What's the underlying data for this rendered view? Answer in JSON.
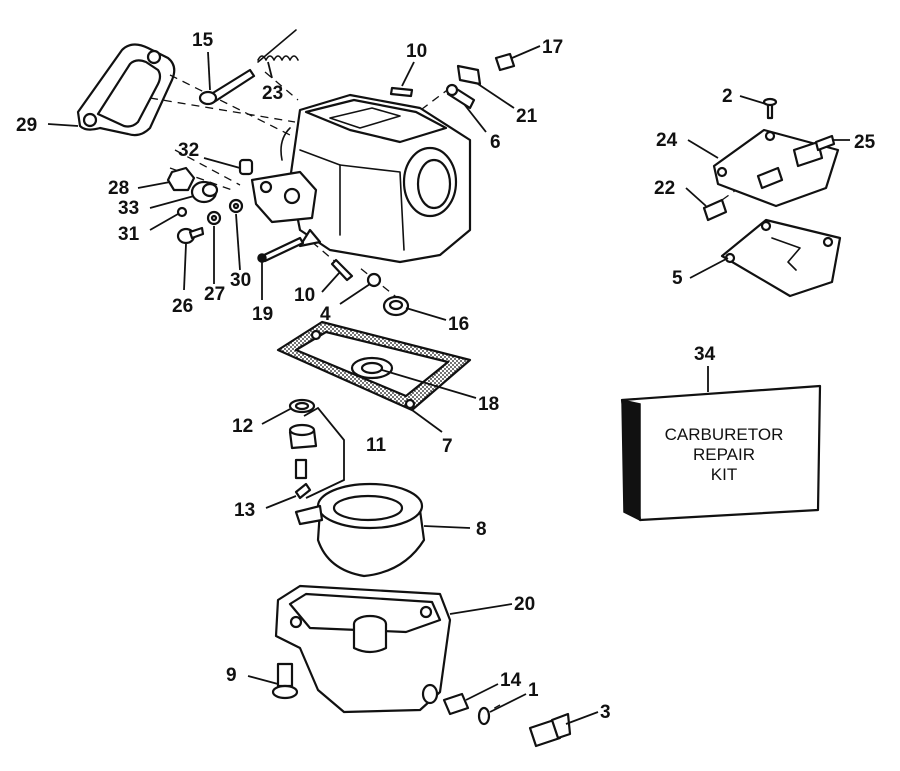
{
  "callouts": {
    "c1": "1",
    "c2": "2",
    "c3": "3",
    "c4": "4",
    "c5": "5",
    "c6": "6",
    "c7": "7",
    "c8": "8",
    "c9": "9",
    "c10a": "10",
    "c10b": "10",
    "c11": "11",
    "c12": "12",
    "c13": "13",
    "c14": "14",
    "c15": "15",
    "c16": "16",
    "c17": "17",
    "c18": "18",
    "c19": "19",
    "c20": "20",
    "c21": "21",
    "c22": "22",
    "c23": "23",
    "c24": "24",
    "c25": "25",
    "c26": "26",
    "c27": "27",
    "c28": "28",
    "c29": "29",
    "c30": "30",
    "c31": "31",
    "c32": "32",
    "c33": "33",
    "c34": "34"
  },
  "kit": {
    "line1": "CARBURETOR",
    "line2": "REPAIR",
    "line3": "KIT"
  }
}
